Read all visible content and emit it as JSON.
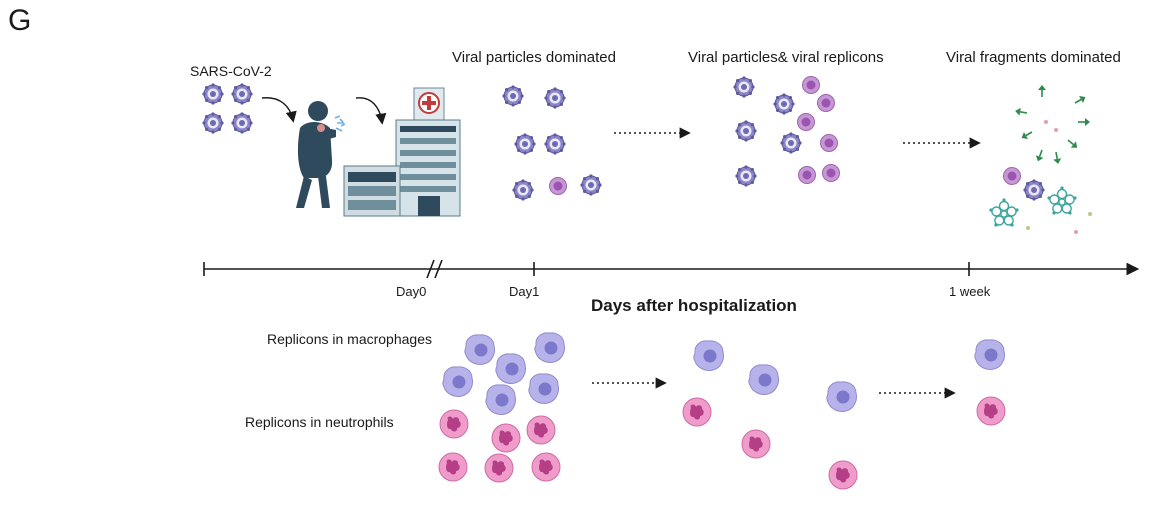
{
  "panel_letter": "G",
  "virus_label": "SARS-CoV-2",
  "stages": {
    "early": "Viral particles dominated",
    "middle": "Viral particles& viral replicons",
    "late": "Viral fragments dominated"
  },
  "timeline": {
    "axis_title": "Days after hospitalization",
    "ticks": [
      "Day0",
      "Day1",
      "1 week"
    ]
  },
  "rows": {
    "macrophages": "Replicons in macrophages",
    "neutrophils": "Replicons in neutrophils"
  },
  "colors": {
    "virion": "#8b87c6",
    "replicon": "#b97bc6",
    "macrophage": "#a9a5e3",
    "neutrophil": "#ea8fc2",
    "person": "#2e4a5c",
    "fragment_green": "#2e8b4b",
    "fragment_teal": "#3aa59d"
  }
}
